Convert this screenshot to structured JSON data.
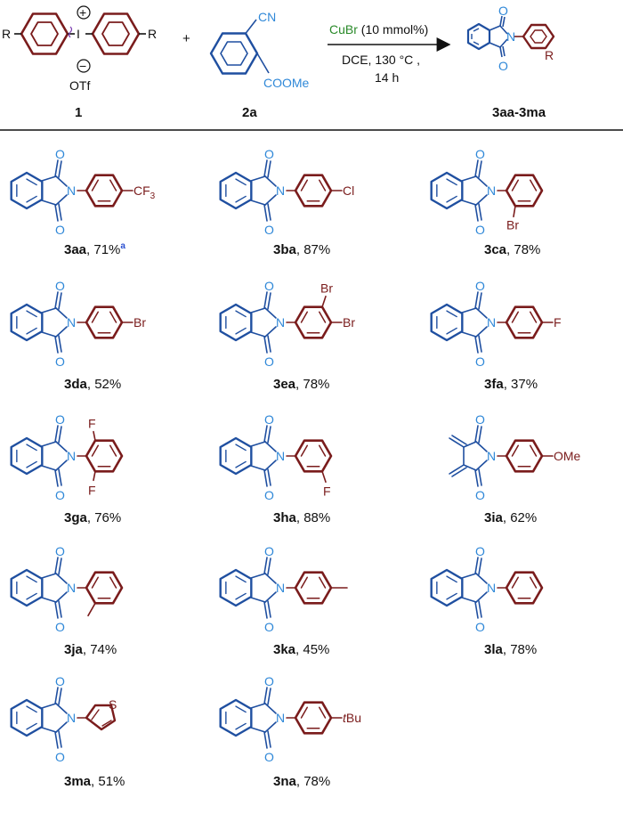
{
  "colors": {
    "core": "#1f4fa0",
    "hetero": "#2f88d8",
    "aryl": "#7a1c1c",
    "reagent": "#2a8a2a",
    "footnote": "#2a4fd0"
  },
  "header": {
    "reagent1_label": "1",
    "reagent2_label": "2a",
    "product_label": "3aa-3ma",
    "plus": "+",
    "r_sub": "R",
    "triflate": "OTf",
    "iodine": "I",
    "cation": "+",
    "anion": "−",
    "nitrile": "CN",
    "ester": "COOMe",
    "catalyst_name": "CuBr",
    "catalyst_loading": " (10 mmol%)",
    "conditions_line1": "DCE, 130 °C ,",
    "conditions_line2": "14 h"
  },
  "atoms": {
    "oxygen": "O",
    "nitrogen": "N",
    "sulfur": "S"
  },
  "compounds": [
    {
      "id": "3aa",
      "yield": ", 71%",
      "note": "a",
      "substituent": "CF3",
      "sub_pos": "para"
    },
    {
      "id": "3ba",
      "yield": ", 87%",
      "substituent": "Cl",
      "sub_pos": "para"
    },
    {
      "id": "3ca",
      "yield": ", 78%",
      "substituent": "Br",
      "sub_pos": "ortho"
    },
    {
      "id": "3da",
      "yield": ", 52%",
      "substituent": "Br",
      "sub_pos": "para"
    },
    {
      "id": "3ea",
      "yield": ", 78%",
      "substituent": "Br",
      "sub_pos": "meta,para"
    },
    {
      "id": "3fa",
      "yield": ", 37%",
      "substituent": "F",
      "sub_pos": "para"
    },
    {
      "id": "3ga",
      "yield": ", 76%",
      "substituent": "F",
      "sub_pos": "2,6"
    },
    {
      "id": "3ha",
      "yield": ", 88%",
      "substituent": "F",
      "sub_pos": "meta"
    },
    {
      "id": "3ia",
      "yield": ", 62%",
      "substituent": "OMe",
      "sub_pos": "para"
    },
    {
      "id": "3ja",
      "yield": ", 74%",
      "substituent": "",
      "sub_pos": "ortho-methyl"
    },
    {
      "id": "3ka",
      "yield": ", 45%",
      "substituent": "",
      "sub_pos": "para-methyl"
    },
    {
      "id": "3la",
      "yield": ", 78%",
      "substituent": "",
      "sub_pos": "none"
    },
    {
      "id": "3ma",
      "yield": ", 51%",
      "substituent": "",
      "sub_pos": "thiophene"
    },
    {
      "id": "3na",
      "yield": ", 78%",
      "substituent": "Bu",
      "prefix": "t",
      "sub_pos": "para"
    }
  ]
}
